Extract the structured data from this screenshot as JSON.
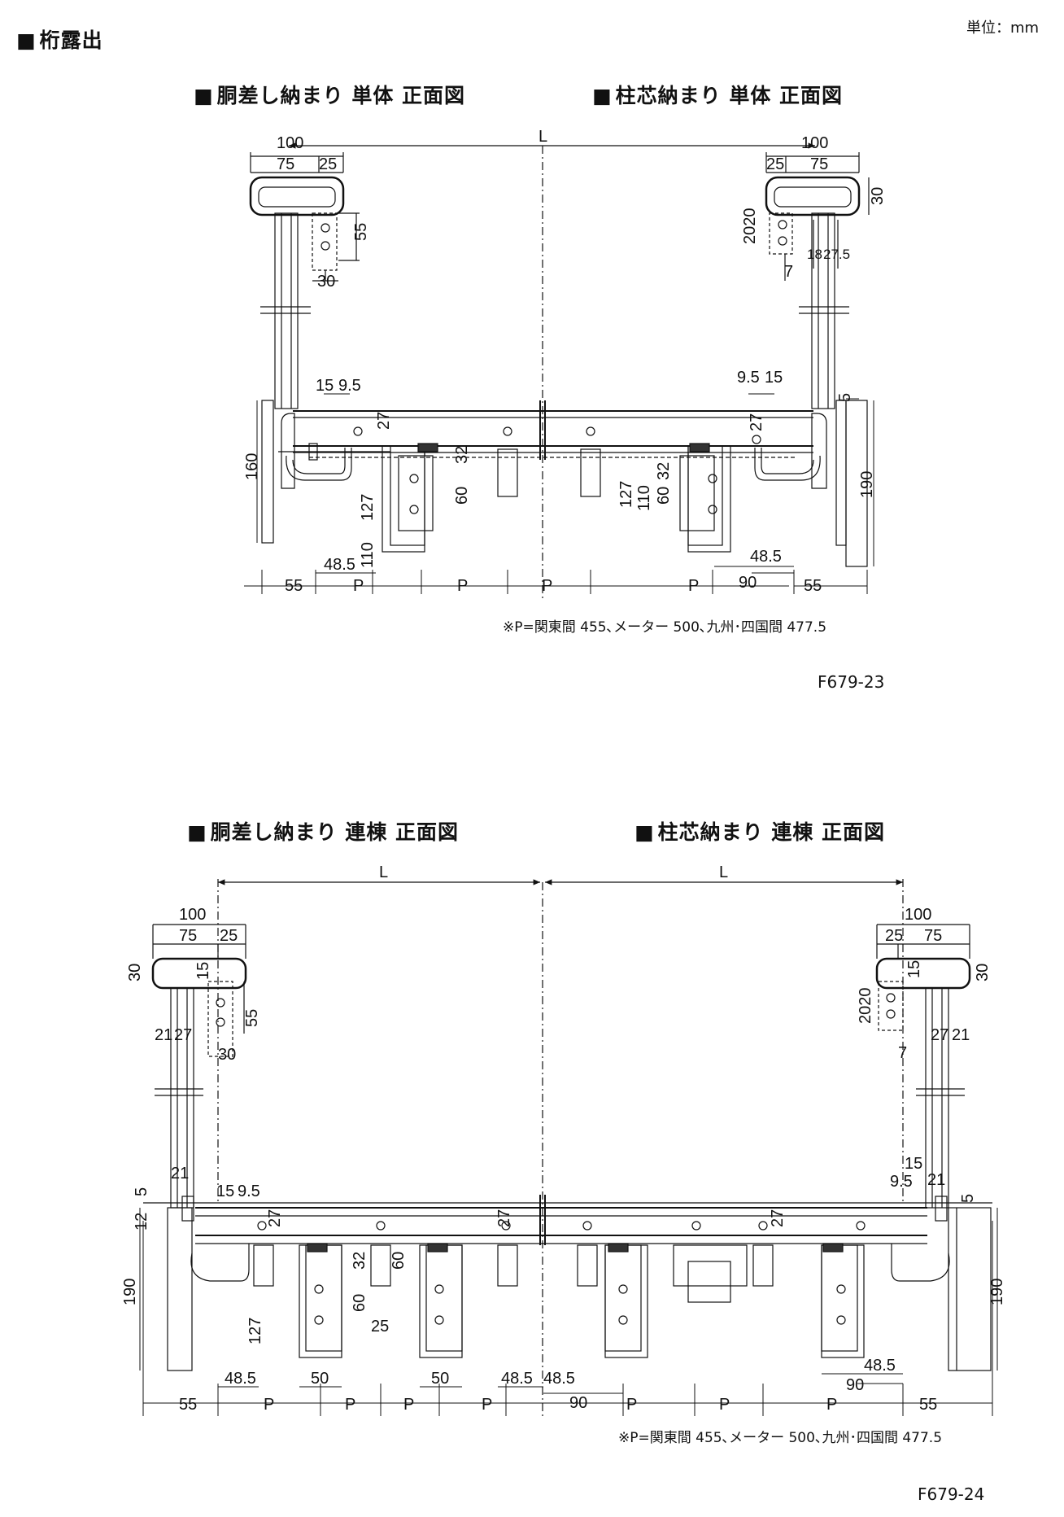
{
  "page": {
    "section_title": "桁露出",
    "unit": "単位：mm"
  },
  "top": {
    "title_left": "胴差し納まり 単体 正面図",
    "title_right": "柱芯納まり 単体 正面図",
    "note": "※P=関東間 455､メーター 500､九州･四国間 477.5",
    "code": "F679-23",
    "labels": {
      "L": "L",
      "d100a": "100",
      "d75a": "75",
      "d25a": "25",
      "d100b": "100",
      "d75b": "75",
      "d25b": "25",
      "d30": "30",
      "d55": "55",
      "d30b": "30",
      "d2020": "2020",
      "d7": "7",
      "d18": "18",
      "d275": "27.5",
      "d15a": "15",
      "d95a": "9.5",
      "d95b": "9.5",
      "d15b": "15",
      "d5": "5",
      "d27a": "27",
      "d27b": "27",
      "d160": "160",
      "d32a": "32",
      "d60a": "60",
      "d127a": "127",
      "d110a": "110",
      "d32b": "32",
      "d60b": "60",
      "d127b": "127",
      "d110b": "110",
      "d190": "190",
      "d485a": "48.5",
      "d485b": "48.5",
      "d55a": "55",
      "dPa": "P",
      "dPb": "P",
      "dPc": "P",
      "dPd": "P",
      "d90": "90",
      "d55b": "55"
    }
  },
  "bottom": {
    "title_left": "胴差し納まり 連棟 正面図",
    "title_right": "柱芯納まり 連棟 正面図",
    "note": "※P=関東間 455､メーター 500､九州･四国間 477.5",
    "code": "F679-24",
    "labels": {
      "L1": "L",
      "L2": "L",
      "d100a": "100",
      "d75a": "75",
      "d25a": "25",
      "d30a": "30",
      "d15a": "15",
      "d55a": "55",
      "d21a": "21",
      "d27a": "27",
      "d30b": "30",
      "d100b": "100",
      "d25b": "25",
      "d75b": "75",
      "d30c": "30",
      "d2020": "2020",
      "d15b": "15",
      "d7": "7",
      "d27b": "27",
      "d21b": "21",
      "d21c": "21",
      "d5a": "5",
      "d15c": "15",
      "d95a": "9.5",
      "d12": "12",
      "d27c": "27",
      "d27d": "27",
      "d27e": "27",
      "d15d": "15",
      "d95b": "9.5",
      "d21d": "21",
      "d5b": "5",
      "d190a": "190",
      "d32": "32",
      "d60a": "60",
      "d60b": "60",
      "d127": "127",
      "d25c": "25",
      "d190b": "190",
      "d485a": "48.5",
      "d50a": "50",
      "d50b": "50",
      "d485b": "48.5",
      "d485c": "48.5",
      "d485d": "48.5",
      "d90a": "90",
      "d90b": "90",
      "d55b": "55",
      "dP1": "P",
      "dP2": "P",
      "dP3": "P",
      "dP4": "P",
      "dP5": "P",
      "dP6": "P",
      "dP7": "P",
      "d55c": "55"
    }
  }
}
